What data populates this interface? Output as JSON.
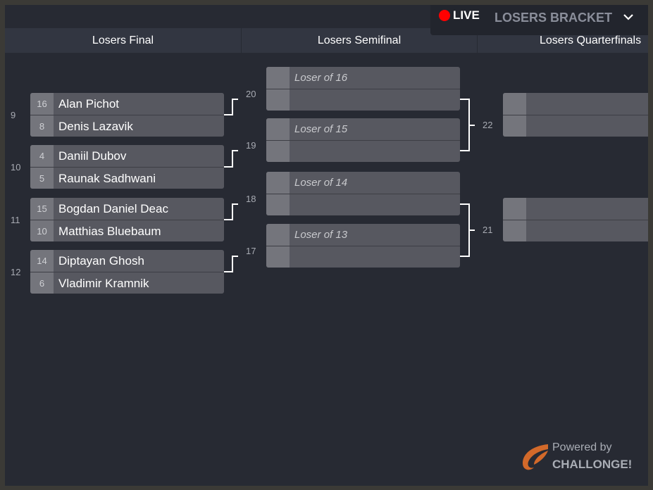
{
  "live": {
    "label": "LIVE",
    "bracket_select": "LOSERS BRACKET"
  },
  "rounds": [
    "Losers Final",
    "Losers Semifinal",
    "Losers Quarterfinals"
  ],
  "matches_col1": [
    {
      "number": "9",
      "next": "20",
      "players": [
        {
          "seed": "16",
          "name": "Alan Pichot"
        },
        {
          "seed": "8",
          "name": "Denis Lazavik"
        }
      ]
    },
    {
      "number": "10",
      "next": "19",
      "players": [
        {
          "seed": "4",
          "name": "Daniil Dubov"
        },
        {
          "seed": "5",
          "name": "Raunak Sadhwani"
        }
      ]
    },
    {
      "number": "11",
      "next": "18",
      "players": [
        {
          "seed": "15",
          "name": "Bogdan Daniel Deac"
        },
        {
          "seed": "10",
          "name": "Matthias Bluebaum"
        }
      ]
    },
    {
      "number": "12",
      "next": "17",
      "players": [
        {
          "seed": "14",
          "name": "Diptayan Ghosh"
        },
        {
          "seed": "6",
          "name": "Vladimir Kramnik"
        }
      ]
    }
  ],
  "matches_col2": [
    {
      "placeholder": "Loser of 16"
    },
    {
      "placeholder": "Loser of 15"
    },
    {
      "placeholder": "Loser of 14"
    },
    {
      "placeholder": "Loser of 13"
    }
  ],
  "col3_labels": [
    "22",
    "21"
  ],
  "footer": {
    "powered_by": "Powered by",
    "brand": "CHALLONGE!"
  },
  "colors": {
    "live": "#ff0000",
    "logo": "#d2692a",
    "background": "#272a33"
  }
}
